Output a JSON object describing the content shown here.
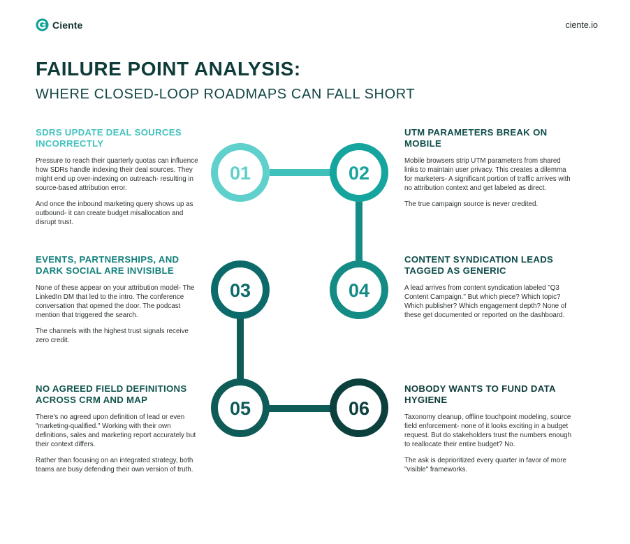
{
  "header": {
    "brand": "Ciente",
    "site": "ciente.io",
    "title": "FAILURE POINT ANALYSIS:",
    "subtitle": "WHERE CLOSED-LOOP ROADMAPS CAN FALL SHORT"
  },
  "colors": {
    "step1": "#5fd0cb",
    "step2": "#16a49e",
    "step3": "#0c6b6a",
    "step4": "#148b85",
    "step5": "#0e5b57",
    "step6": "#0b403d",
    "connector_top": "#3fc0ba",
    "connector_mid": "#148b85",
    "connector_bottom": "#0e5b57"
  },
  "steps": [
    {
      "number": "01",
      "heading": "SDRS UPDATE DEAL SOURCES INCORRECTLY",
      "paragraphs": [
        "Pressure to reach their quarterly quotas can influence how SDRs handle indexing their deal sources. They might end up over-indexing on outreach- resulting in source-based attribution error.",
        "And once the inbound marketing query shows up as outbound- it can create budget misallocation and disrupt trust."
      ]
    },
    {
      "number": "02",
      "heading": "UTM PARAMETERS BREAK ON MOBILE",
      "paragraphs": [
        "Mobile browsers strip UTM parameters from shared links to maintain user privacy. This creates a dilemma for marketers- A significant portion of traffic arrives with no attribution context and get labeled as direct.",
        "The true campaign source is never credited."
      ]
    },
    {
      "number": "03",
      "heading": "EVENTS, PARTNERSHIPS, AND DARK SOCIAL ARE INVISIBLE",
      "paragraphs": [
        "None of these appear on your attribution model- The LinkedIn DM that led to the intro. The conference conversation that opened the door. The podcast mention that triggered the search.",
        "The channels with the highest trust signals receive zero credit."
      ]
    },
    {
      "number": "04",
      "heading": "CONTENT SYNDICATION LEADS TAGGED AS GENERIC",
      "paragraphs": [
        "A lead arrives from content syndication labeled \"Q3 Content Campaign.\" But which piece? Which topic? Which publisher? Which engagement depth? None of these get documented or reported on the dashboard."
      ]
    },
    {
      "number": "05",
      "heading": "NO AGREED FIELD DEFINITIONS ACROSS CRM AND MAP",
      "paragraphs": [
        "There's no agreed upon definition of lead or even \"marketing-qualified.\" Working with their own definitions, sales and marketing report accurately but their context differs.",
        "Rather than focusing on an integrated strategy, both teams are busy defending their own version of truth."
      ]
    },
    {
      "number": "06",
      "heading": "NOBODY WANTS TO FUND DATA HYGIENE",
      "paragraphs": [
        "Taxonomy cleanup, offline touchpoint modeling, source field enforcement- none of it looks exciting in a budget request. But do stakeholders trust the numbers enough to reallocate their entire budget? No.",
        "The ask is deprioritized every quarter in favor of more \"visible\" frameworks."
      ]
    }
  ]
}
